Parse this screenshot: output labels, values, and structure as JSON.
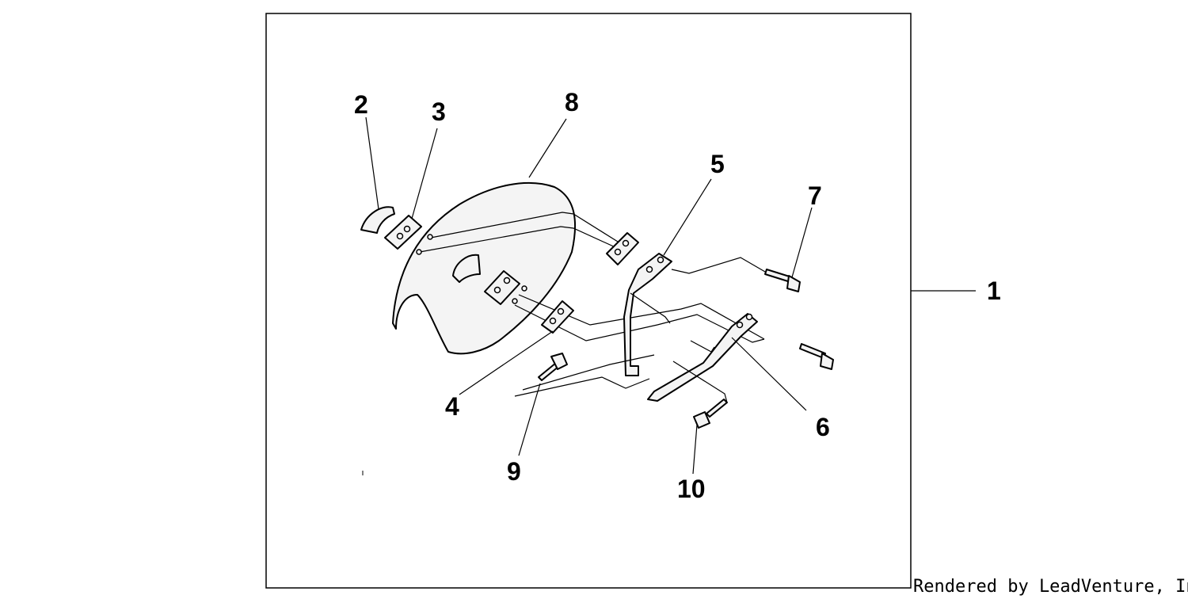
{
  "diagram": {
    "callouts": {
      "c1": "1",
      "c2": "2",
      "c3": "3",
      "c4": "4",
      "c5": "5",
      "c6": "6",
      "c7": "7",
      "c8": "8",
      "c9": "9",
      "c10": "10"
    },
    "credit": "Rendered by LeadVenture, Inc."
  },
  "colors": {
    "line": "#000000",
    "background": "#ffffff",
    "part_fill": "#f4f4f4"
  }
}
